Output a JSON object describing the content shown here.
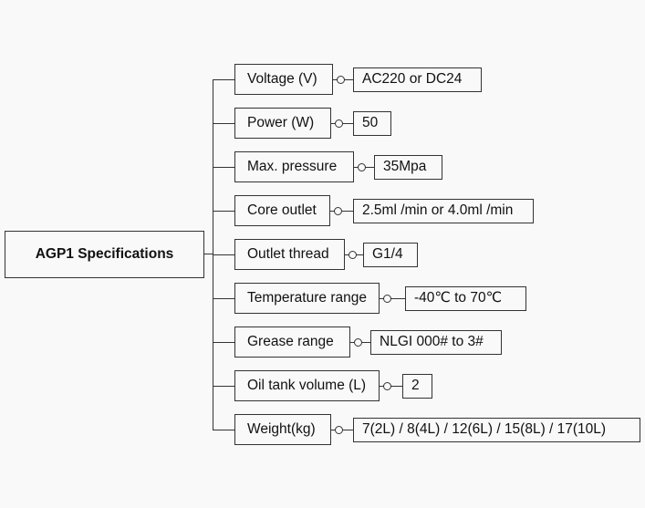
{
  "title": "AGP1 Specifications",
  "specs": [
    {
      "label": "Voltage (V)",
      "value": "AC220 or DC24"
    },
    {
      "label": "Power (W)",
      "value": "50"
    },
    {
      "label": "Max. pressure",
      "value": "35Mpa"
    },
    {
      "label": "Core outlet",
      "value": "2.5ml /min or 4.0ml /min"
    },
    {
      "label": "Outlet thread",
      "value": "G1/4"
    },
    {
      "label": "Temperature range",
      "value": "-40℃ to 70℃"
    },
    {
      "label": "Grease range",
      "value": "NLGI 000# to 3#"
    },
    {
      "label": "Oil tank volume (L)",
      "value": "2"
    },
    {
      "label": "Weight(kg)",
      "value": "7(2L) / 8(4L) / 12(6L) / 15(8L) / 17(10L)"
    }
  ]
}
